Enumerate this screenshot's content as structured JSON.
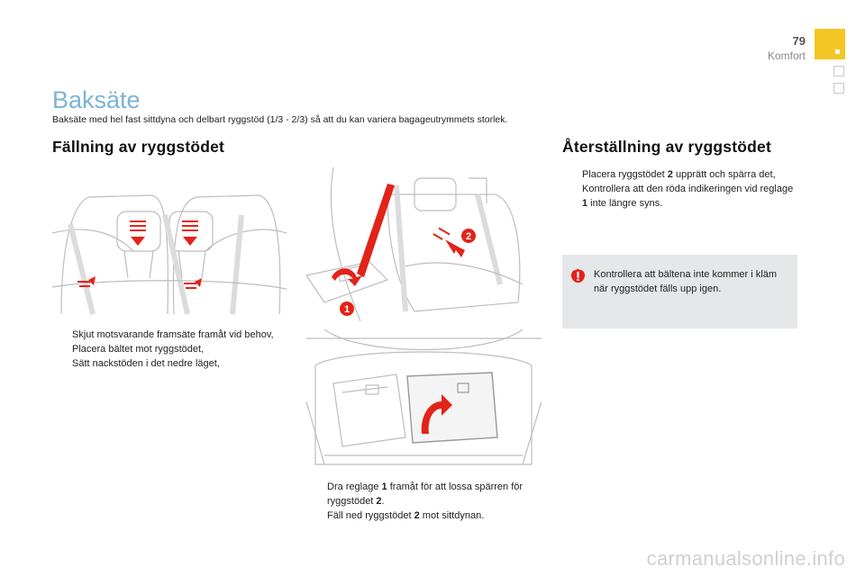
{
  "header": {
    "page_number": "79",
    "section": "Komfort"
  },
  "page": {
    "title": "Baksäte",
    "subtitle": "Baksäte med hel fast sittdyna och delbart ryggstöd (1/3 - 2/3) så att du kan variera bagageutrymmets storlek."
  },
  "left": {
    "heading": "Fällning av ryggstödet",
    "steps": [
      "Skjut motsvarande framsäte framåt vid behov,",
      "Placera bältet mot ryggstödet,",
      "Sätt nackstöden i det nedre läget,"
    ]
  },
  "middle": {
    "labels": {
      "one": "1",
      "two": "2"
    },
    "steps": [
      {
        "a": "Dra reglage ",
        "b": "1",
        "c": " framåt för att lossa spärren för ryggstödet ",
        "d": "2",
        "e": "."
      },
      {
        "a": "Fäll ned ryggstödet ",
        "b": "2",
        "c": " mot sittdynan.",
        "d": "",
        "e": ""
      }
    ]
  },
  "right": {
    "heading": "Återställning av ryggstödet",
    "steps": [
      {
        "a": "Placera ryggstödet ",
        "b": "2",
        "c": " upprätt och spärra det,"
      },
      {
        "a": "Kontrollera att den röda indikeringen vid reglage ",
        "b": "1",
        "c": " inte längre syns."
      }
    ],
    "note": "Kontrollera att bältena inte kommer i kläm när ryggstödet fälls upp igen."
  },
  "bullet_glyph": "",
  "watermark": "carmanualsonline.info",
  "colors": {
    "accent": "#f3c623",
    "title": "#7bb3d6",
    "red": "#e2231a",
    "note_bg": "#e6e7e8"
  }
}
